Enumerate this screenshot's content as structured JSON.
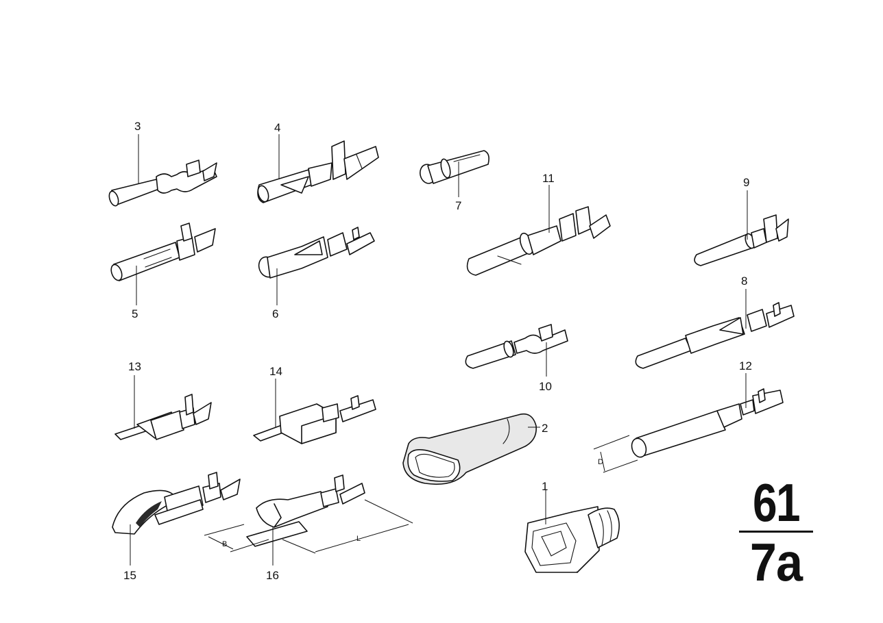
{
  "callouts": {
    "c1": "1",
    "c2": "2",
    "c3": "3",
    "c4": "4",
    "c5": "5",
    "c6": "6",
    "c7": "7",
    "c8": "8",
    "c9": "9",
    "c10": "10",
    "c11": "11",
    "c12": "12",
    "c13": "13",
    "c14": "14",
    "c15": "15",
    "c16": "16"
  },
  "dimensions": {
    "b": "B",
    "l": "L",
    "d": "D"
  },
  "group": {
    "main": "61",
    "sub": "7a"
  }
}
